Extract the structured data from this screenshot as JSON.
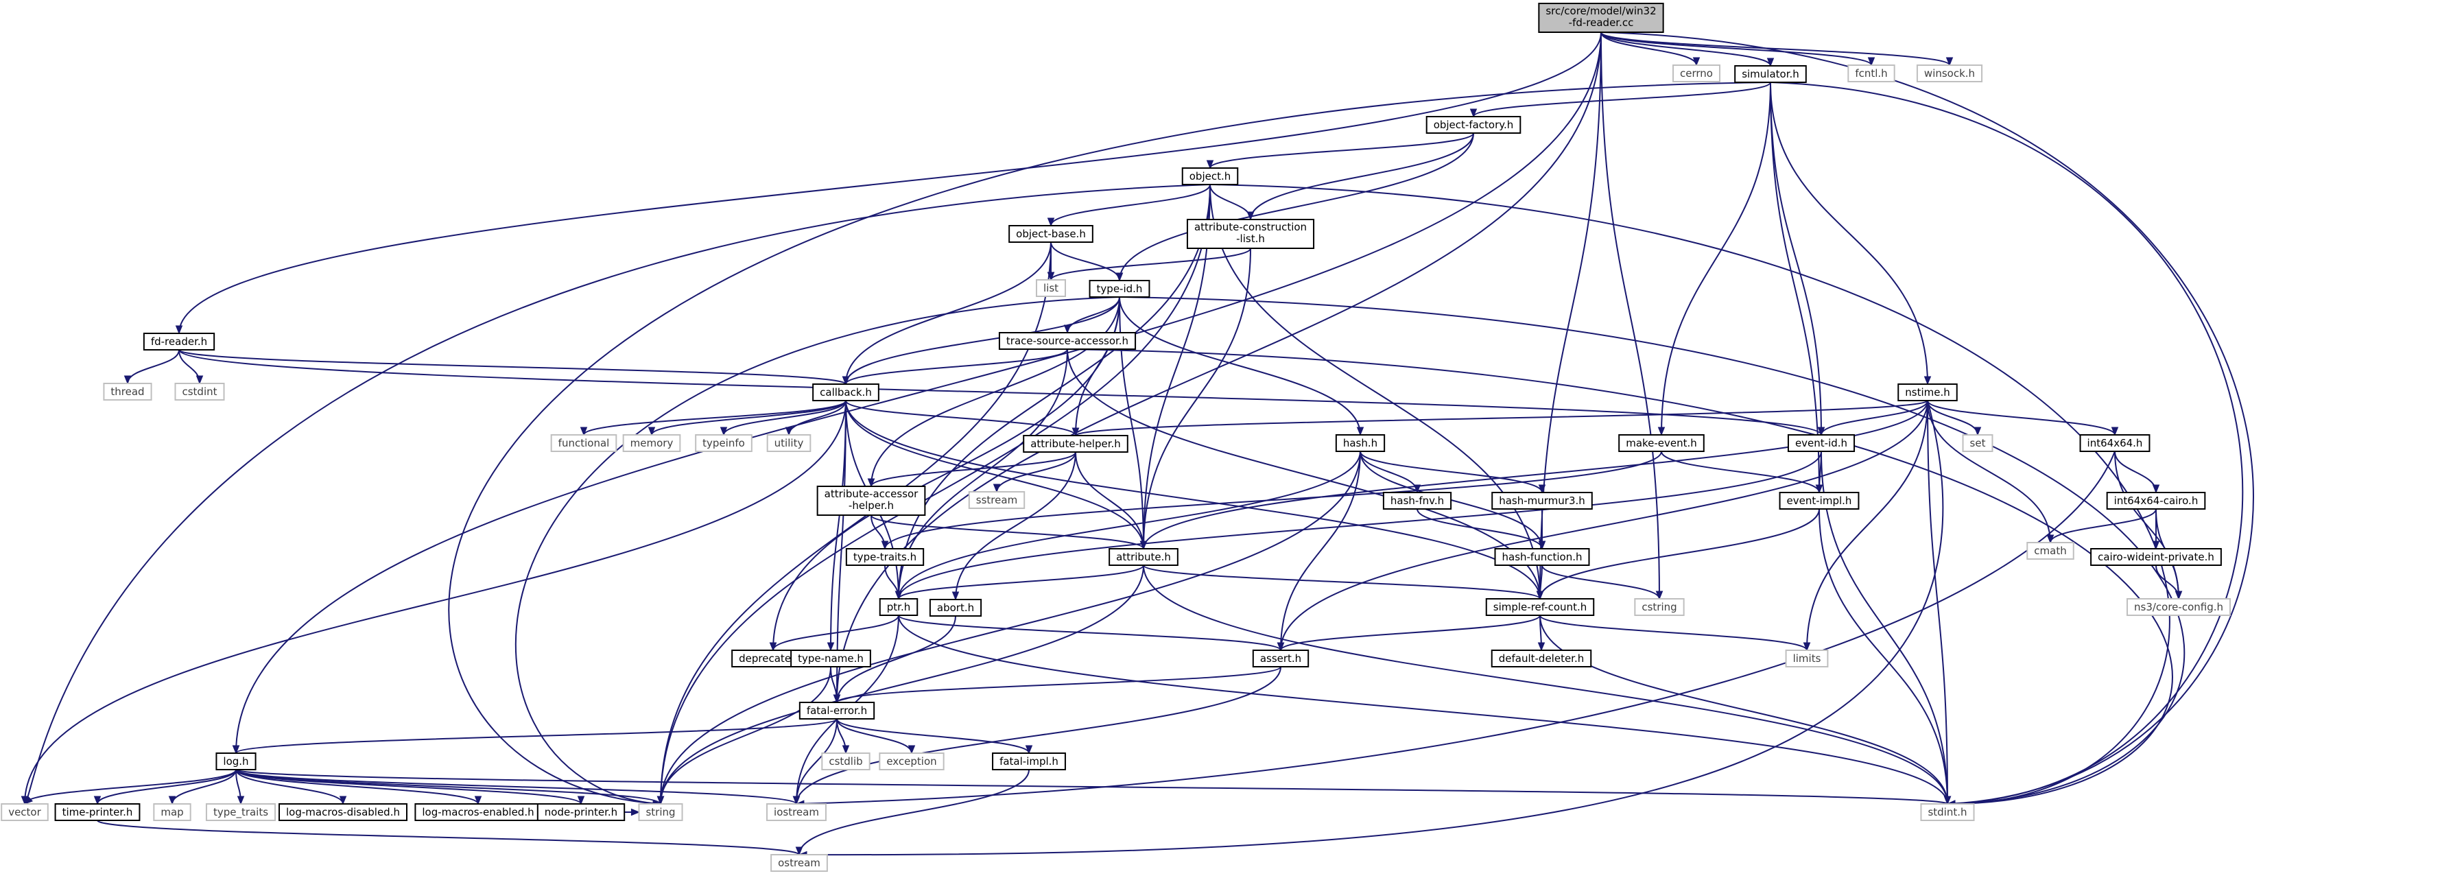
{
  "graph": {
    "colors": {
      "edge": "#191970",
      "node_border": "#000000",
      "external_border": "#bfbfbf",
      "root_fill": "#bfbfbf",
      "node_fill": "#ffffff",
      "external_text": "#404040",
      "node_text": "#000000"
    },
    "nodes": [
      {
        "id": "root",
        "label": [
          "src/core/model/win32",
          "-fd-reader.cc"
        ],
        "kind": "root"
      },
      {
        "id": "cerrno",
        "label": [
          "cerrno"
        ],
        "kind": "external"
      },
      {
        "id": "fcntl",
        "label": [
          "fcntl.h"
        ],
        "kind": "external"
      },
      {
        "id": "winsock",
        "label": [
          "winsock.h"
        ],
        "kind": "external"
      },
      {
        "id": "simulator",
        "label": [
          "simulator.h"
        ],
        "kind": "header"
      },
      {
        "id": "objectfactory",
        "label": [
          "object-factory.h"
        ],
        "kind": "header"
      },
      {
        "id": "object",
        "label": [
          "object.h"
        ],
        "kind": "header"
      },
      {
        "id": "objectbase",
        "label": [
          "object-base.h"
        ],
        "kind": "header"
      },
      {
        "id": "attrconst",
        "label": [
          "attribute-construction",
          "-list.h"
        ],
        "kind": "header"
      },
      {
        "id": "list",
        "label": [
          "list"
        ],
        "kind": "external"
      },
      {
        "id": "typeid",
        "label": [
          "type-id.h"
        ],
        "kind": "header"
      },
      {
        "id": "fdreader",
        "label": [
          "fd-reader.h"
        ],
        "kind": "header"
      },
      {
        "id": "thread",
        "label": [
          "thread"
        ],
        "kind": "external"
      },
      {
        "id": "cstdint",
        "label": [
          "cstdint"
        ],
        "kind": "external"
      },
      {
        "id": "tsa",
        "label": [
          "trace-source-accessor.h"
        ],
        "kind": "header"
      },
      {
        "id": "callback",
        "label": [
          "callback.h"
        ],
        "kind": "header"
      },
      {
        "id": "functional",
        "label": [
          "functional"
        ],
        "kind": "external"
      },
      {
        "id": "memory",
        "label": [
          "memory"
        ],
        "kind": "external"
      },
      {
        "id": "typeinfo",
        "label": [
          "typeinfo"
        ],
        "kind": "external"
      },
      {
        "id": "utility",
        "label": [
          "utility"
        ],
        "kind": "external"
      },
      {
        "id": "attrhelper",
        "label": [
          "attribute-helper.h"
        ],
        "kind": "header"
      },
      {
        "id": "sstream",
        "label": [
          "sstream"
        ],
        "kind": "external"
      },
      {
        "id": "attracc",
        "label": [
          "attribute-accessor",
          "-helper.h"
        ],
        "kind": "header"
      },
      {
        "id": "typetraits",
        "label": [
          "type-traits.h"
        ],
        "kind": "header"
      },
      {
        "id": "hash",
        "label": [
          "hash.h"
        ],
        "kind": "header"
      },
      {
        "id": "hashfnv",
        "label": [
          "hash-fnv.h"
        ],
        "kind": "header"
      },
      {
        "id": "hashmurmur",
        "label": [
          "hash-murmur3.h"
        ],
        "kind": "header"
      },
      {
        "id": "hashfunction",
        "label": [
          "hash-function.h"
        ],
        "kind": "header"
      },
      {
        "id": "cstring",
        "label": [
          "cstring"
        ],
        "kind": "external"
      },
      {
        "id": "makeevent",
        "label": [
          "make-event.h"
        ],
        "kind": "header"
      },
      {
        "id": "eventid",
        "label": [
          "event-id.h"
        ],
        "kind": "header"
      },
      {
        "id": "eventimpl",
        "label": [
          "event-impl.h"
        ],
        "kind": "header"
      },
      {
        "id": "nstime",
        "label": [
          "nstime.h"
        ],
        "kind": "header"
      },
      {
        "id": "set",
        "label": [
          "set"
        ],
        "kind": "external"
      },
      {
        "id": "int64x64",
        "label": [
          "int64x64.h"
        ],
        "kind": "header"
      },
      {
        "id": "int64cairo",
        "label": [
          "int64x64-cairo.h"
        ],
        "kind": "header"
      },
      {
        "id": "cmath",
        "label": [
          "cmath"
        ],
        "kind": "external"
      },
      {
        "id": "cairowide",
        "label": [
          "cairo-wideint-private.h"
        ],
        "kind": "header"
      },
      {
        "id": "coreconfig",
        "label": [
          "ns3/core-config.h"
        ],
        "kind": "external"
      },
      {
        "id": "attribute",
        "label": [
          "attribute.h"
        ],
        "kind": "header"
      },
      {
        "id": "ptr",
        "label": [
          "ptr.h"
        ],
        "kind": "header"
      },
      {
        "id": "abort",
        "label": [
          "abort.h"
        ],
        "kind": "header"
      },
      {
        "id": "simplerc",
        "label": [
          "simple-ref-count.h"
        ],
        "kind": "header"
      },
      {
        "id": "limits",
        "label": [
          "limits"
        ],
        "kind": "external"
      },
      {
        "id": "deprecated",
        "label": [
          "deprecated.h"
        ],
        "kind": "header"
      },
      {
        "id": "typename",
        "label": [
          "type-name.h"
        ],
        "kind": "header"
      },
      {
        "id": "assert",
        "label": [
          "assert.h"
        ],
        "kind": "header"
      },
      {
        "id": "defdeleter",
        "label": [
          "default-deleter.h"
        ],
        "kind": "header"
      },
      {
        "id": "fatalerror",
        "label": [
          "fatal-error.h"
        ],
        "kind": "header"
      },
      {
        "id": "cstdlib",
        "label": [
          "cstdlib"
        ],
        "kind": "external"
      },
      {
        "id": "exception",
        "label": [
          "exception"
        ],
        "kind": "external"
      },
      {
        "id": "fatalimpl",
        "label": [
          "fatal-impl.h"
        ],
        "kind": "header"
      },
      {
        "id": "log",
        "label": [
          "log.h"
        ],
        "kind": "header"
      },
      {
        "id": "vector",
        "label": [
          "vector"
        ],
        "kind": "external"
      },
      {
        "id": "timeprinter",
        "label": [
          "time-printer.h"
        ],
        "kind": "header"
      },
      {
        "id": "map",
        "label": [
          "map"
        ],
        "kind": "external"
      },
      {
        "id": "typetraitsstd",
        "label": [
          "type_traits"
        ],
        "kind": "external"
      },
      {
        "id": "logdis",
        "label": [
          "log-macros-disabled.h"
        ],
        "kind": "header"
      },
      {
        "id": "logen",
        "label": [
          "log-macros-enabled.h"
        ],
        "kind": "header"
      },
      {
        "id": "nodeprinter",
        "label": [
          "node-printer.h"
        ],
        "kind": "header"
      },
      {
        "id": "string",
        "label": [
          "string"
        ],
        "kind": "external"
      },
      {
        "id": "iostream",
        "label": [
          "iostream"
        ],
        "kind": "external"
      },
      {
        "id": "stdint",
        "label": [
          "stdint.h"
        ],
        "kind": "external"
      },
      {
        "id": "ostream",
        "label": [
          "ostream"
        ],
        "kind": "external"
      }
    ],
    "edges": [
      [
        "root",
        "cerrno"
      ],
      [
        "root",
        "fcntl"
      ],
      [
        "root",
        "winsock"
      ],
      [
        "root",
        "simulator"
      ],
      [
        "root",
        "fdreader"
      ],
      [
        "root",
        "log"
      ],
      [
        "root",
        "fatalerror"
      ],
      [
        "root",
        "simplerc"
      ],
      [
        "root",
        "cstring"
      ],
      [
        "root",
        "stdint"
      ],
      [
        "simulator",
        "objectfactory"
      ],
      [
        "simulator",
        "makeevent"
      ],
      [
        "simulator",
        "eventid"
      ],
      [
        "simulator",
        "eventimpl"
      ],
      [
        "simulator",
        "nstime"
      ],
      [
        "simulator",
        "string"
      ],
      [
        "simulator",
        "stdint"
      ],
      [
        "objectfactory",
        "object"
      ],
      [
        "objectfactory",
        "attrconst"
      ],
      [
        "objectfactory",
        "typeid"
      ],
      [
        "object",
        "objectbase"
      ],
      [
        "object",
        "attrconst"
      ],
      [
        "object",
        "attribute"
      ],
      [
        "object",
        "ptr"
      ],
      [
        "object",
        "simplerc"
      ],
      [
        "object",
        "vector"
      ],
      [
        "object",
        "string"
      ],
      [
        "object",
        "stdint"
      ],
      [
        "objectbase",
        "list"
      ],
      [
        "objectbase",
        "typeid"
      ],
      [
        "objectbase",
        "callback"
      ],
      [
        "objectbase",
        "string"
      ],
      [
        "attrconst",
        "list"
      ],
      [
        "attrconst",
        "attribute"
      ],
      [
        "typeid",
        "tsa"
      ],
      [
        "typeid",
        "callback"
      ],
      [
        "typeid",
        "attrhelper"
      ],
      [
        "typeid",
        "attracc"
      ],
      [
        "typeid",
        "attribute"
      ],
      [
        "typeid",
        "hash"
      ],
      [
        "typeid",
        "deprecated"
      ],
      [
        "typeid",
        "string"
      ],
      [
        "typeid",
        "stdint"
      ],
      [
        "fdreader",
        "thread"
      ],
      [
        "fdreader",
        "cstdint"
      ],
      [
        "fdreader",
        "callback"
      ],
      [
        "fdreader",
        "eventid"
      ],
      [
        "tsa",
        "callback"
      ],
      [
        "tsa",
        "ptr"
      ],
      [
        "tsa",
        "simplerc"
      ],
      [
        "tsa",
        "stdint"
      ],
      [
        "callback",
        "functional"
      ],
      [
        "callback",
        "memory"
      ],
      [
        "callback",
        "typeinfo"
      ],
      [
        "callback",
        "utility"
      ],
      [
        "callback",
        "attrhelper"
      ],
      [
        "callback",
        "attribute"
      ],
      [
        "callback",
        "ptr"
      ],
      [
        "callback",
        "simplerc"
      ],
      [
        "callback",
        "fatalerror"
      ],
      [
        "callback",
        "vector"
      ],
      [
        "callback",
        "typename"
      ],
      [
        "attrhelper",
        "sstream"
      ],
      [
        "attrhelper",
        "attracc"
      ],
      [
        "attrhelper",
        "attribute"
      ],
      [
        "attrhelper",
        "abort"
      ],
      [
        "attracc",
        "attribute"
      ],
      [
        "attracc",
        "typetraits"
      ],
      [
        "typetraits",
        "ptr"
      ],
      [
        "hash",
        "hashfnv"
      ],
      [
        "hash",
        "hashmurmur"
      ],
      [
        "hash",
        "hashfunction"
      ],
      [
        "hash",
        "assert"
      ],
      [
        "hash",
        "ptr"
      ],
      [
        "hash",
        "string"
      ],
      [
        "hashfnv",
        "hashfunction"
      ],
      [
        "hashmurmur",
        "hashfunction"
      ],
      [
        "hashfunction",
        "cstring"
      ],
      [
        "hashfunction",
        "simplerc"
      ],
      [
        "makeevent",
        "eventimpl"
      ],
      [
        "makeevent",
        "typetraits"
      ],
      [
        "eventid",
        "eventimpl"
      ],
      [
        "eventid",
        "ptr"
      ],
      [
        "eventid",
        "stdint"
      ],
      [
        "eventimpl",
        "simplerc"
      ],
      [
        "eventimpl",
        "stdint"
      ],
      [
        "nstime",
        "attrhelper"
      ],
      [
        "nstime",
        "attribute"
      ],
      [
        "nstime",
        "eventid"
      ],
      [
        "nstime",
        "int64x64"
      ],
      [
        "nstime",
        "set"
      ],
      [
        "nstime",
        "cmath"
      ],
      [
        "nstime",
        "limits"
      ],
      [
        "nstime",
        "assert"
      ],
      [
        "nstime",
        "stdint"
      ],
      [
        "nstime",
        "ostream"
      ],
      [
        "int64x64",
        "int64cairo"
      ],
      [
        "int64x64",
        "coreconfig"
      ],
      [
        "int64x64",
        "iostream"
      ],
      [
        "int64cairo",
        "cairowide"
      ],
      [
        "int64cairo",
        "cmath"
      ],
      [
        "int64cairo",
        "coreconfig"
      ],
      [
        "cairowide",
        "coreconfig"
      ],
      [
        "attribute",
        "ptr"
      ],
      [
        "attribute",
        "simplerc"
      ],
      [
        "attribute",
        "string"
      ],
      [
        "attribute",
        "stdint"
      ],
      [
        "ptr",
        "deprecated"
      ],
      [
        "ptr",
        "assert"
      ],
      [
        "ptr",
        "iostream"
      ],
      [
        "ptr",
        "stdint"
      ],
      [
        "abort",
        "fatalerror"
      ],
      [
        "simplerc",
        "assert"
      ],
      [
        "simplerc",
        "defdeleter"
      ],
      [
        "simplerc",
        "limits"
      ],
      [
        "simplerc",
        "stdint"
      ],
      [
        "typename",
        "fatalerror"
      ],
      [
        "typename",
        "string"
      ],
      [
        "assert",
        "fatalerror"
      ],
      [
        "assert",
        "iostream"
      ],
      [
        "fatalerror",
        "log"
      ],
      [
        "fatalerror",
        "cstdlib"
      ],
      [
        "fatalerror",
        "exception"
      ],
      [
        "fatalerror",
        "fatalimpl"
      ],
      [
        "fatalerror",
        "iostream"
      ],
      [
        "fatalimpl",
        "ostream"
      ],
      [
        "log",
        "vector"
      ],
      [
        "log",
        "timeprinter"
      ],
      [
        "log",
        "map"
      ],
      [
        "log",
        "typetraitsstd"
      ],
      [
        "log",
        "logdis"
      ],
      [
        "log",
        "logen"
      ],
      [
        "log",
        "nodeprinter"
      ],
      [
        "log",
        "string"
      ],
      [
        "log",
        "iostream"
      ],
      [
        "log",
        "stdint"
      ],
      [
        "timeprinter",
        "ostream"
      ],
      [
        "logen",
        "string"
      ],
      [
        "nodeprinter",
        "string"
      ]
    ]
  }
}
